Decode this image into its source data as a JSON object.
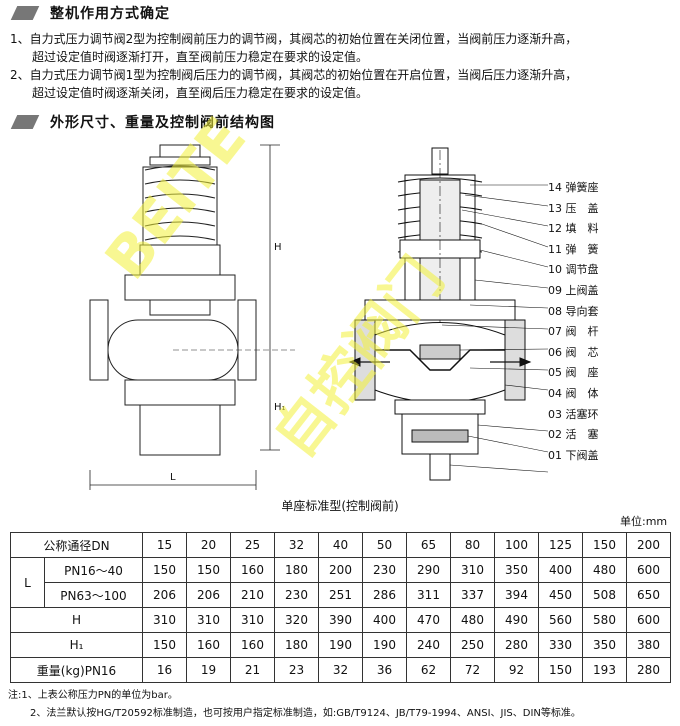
{
  "section1": {
    "title": "整机作用方式确定",
    "item1_line1": "1、自力式压力调节阀2型为控制阀前压力的调节阀，其阀芯的初始位置在关闭位置，当阀前压力逐渐升高，",
    "item1_line2": "超过设定值时阀逐渐打开，直至阀前压力稳定在要求的设定值。",
    "item2_line1": "2、自力式压力调节阀1型为控制阀后压力的调节阀，其阀芯的初始位置在开启位置，当阀后压力逐渐升高，",
    "item2_line2": "超过设定值时阀逐渐关闭，直至阀后压力稳定在要求的设定值。"
  },
  "section2": {
    "title": "外形尺寸、重量及控制阀前结构图"
  },
  "drawing": {
    "dim_h": "H",
    "dim_h1": "H₁",
    "dim_l": "L"
  },
  "parts": [
    "14 弹簧座",
    "13 压　盖",
    "12 填　料",
    "11 弹　簧",
    "10 调节盘",
    "09 上阀盖",
    "08 导向套",
    "07 阀　杆",
    "06 阀　芯",
    "05 阀　座",
    "04 阀　体",
    "03 活塞环",
    "02 活　塞",
    "01 下阀盖"
  ],
  "caption": "单座标准型(控制阀前)",
  "unit": "单位:mm",
  "table": {
    "dn_label": "公称通径DN",
    "dn": [
      "15",
      "20",
      "25",
      "32",
      "40",
      "50",
      "65",
      "80",
      "100",
      "125",
      "150",
      "200"
    ],
    "l_label": "L",
    "l_rows": [
      {
        "label": "PN16～40",
        "values": [
          "150",
          "150",
          "160",
          "180",
          "200",
          "230",
          "290",
          "310",
          "350",
          "400",
          "480",
          "600"
        ]
      },
      {
        "label": "PN63～100",
        "values": [
          "206",
          "206",
          "210",
          "230",
          "251",
          "286",
          "311",
          "337",
          "394",
          "450",
          "508",
          "650"
        ]
      }
    ],
    "rows": [
      {
        "label": "H",
        "values": [
          "310",
          "310",
          "310",
          "320",
          "390",
          "400",
          "470",
          "480",
          "490",
          "560",
          "580",
          "600"
        ]
      },
      {
        "label": "H₁",
        "values": [
          "150",
          "160",
          "160",
          "180",
          "190",
          "190",
          "240",
          "250",
          "280",
          "330",
          "350",
          "380"
        ]
      },
      {
        "label": "重量(kg)PN16",
        "values": [
          "16",
          "19",
          "21",
          "23",
          "32",
          "36",
          "62",
          "72",
          "92",
          "150",
          "193",
          "280"
        ]
      }
    ]
  },
  "notes": {
    "note1": "注:1、上表公称压力PN的单位为bar。",
    "note2": "2、法兰默认按HG/T20592标准制造，也可按用户指定标准制造，如:GB/T9124、JB/T79-1994、ANSI、JIS、DIN等标准。"
  },
  "watermark": {
    "text1": "BEITE",
    "text2": "自控阀门"
  }
}
